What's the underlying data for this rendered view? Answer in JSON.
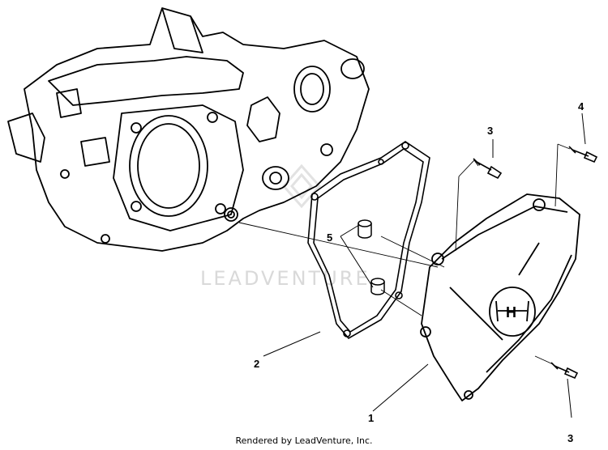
{
  "watermark": "LEADVENTURE",
  "credit": "Rendered by LeadVenture, Inc.",
  "callouts": {
    "c1": "1",
    "c2": "2",
    "c3a": "3",
    "c3b": "3",
    "c4": "4",
    "c5": "5"
  },
  "logo_letter": "H"
}
